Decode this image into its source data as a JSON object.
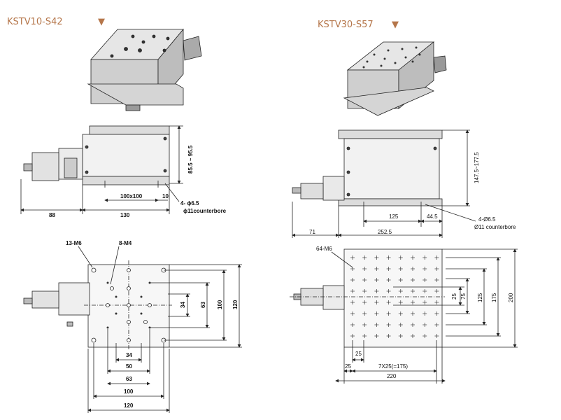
{
  "colors": {
    "accent": "#b5764a",
    "line": "#222222",
    "body_fill": "#d9d9d9",
    "iso_fill": "#cfcfcf"
  },
  "left": {
    "model": "KSTV10-S42",
    "marker": "▼",
    "side": {
      "height": "85.5 ~ 95.5",
      "holes": "4- ϕ6.5",
      "counterbore": "ϕ11counterbore",
      "span": "100x100",
      "offset": "10",
      "motor_len": "88",
      "width": "130"
    },
    "top": {
      "holes_m6": "13-M6",
      "holes_m4": "8-M4",
      "v34": "34",
      "v63": "63",
      "v100": "100",
      "v120": "120",
      "h34": "34",
      "h50": "50",
      "h63": "63",
      "h100": "100",
      "h120": "120"
    }
  },
  "right": {
    "model": "KSTV30-S57",
    "marker": "▼",
    "side": {
      "height": "147.5~177.5",
      "holes": "4-Ø6.5",
      "counterbore": "Ø11 counterbore",
      "span": "125",
      "offset": "44.5",
      "motor_len": "71",
      "width": "252.5"
    },
    "top": {
      "holes": "64-M6",
      "v25": "25",
      "v75": "75",
      "v125": "125",
      "v175": "175",
      "v200": "200",
      "h25a": "25",
      "h25b": "25",
      "pitch": "7X25(=175)",
      "h220": "220"
    }
  }
}
